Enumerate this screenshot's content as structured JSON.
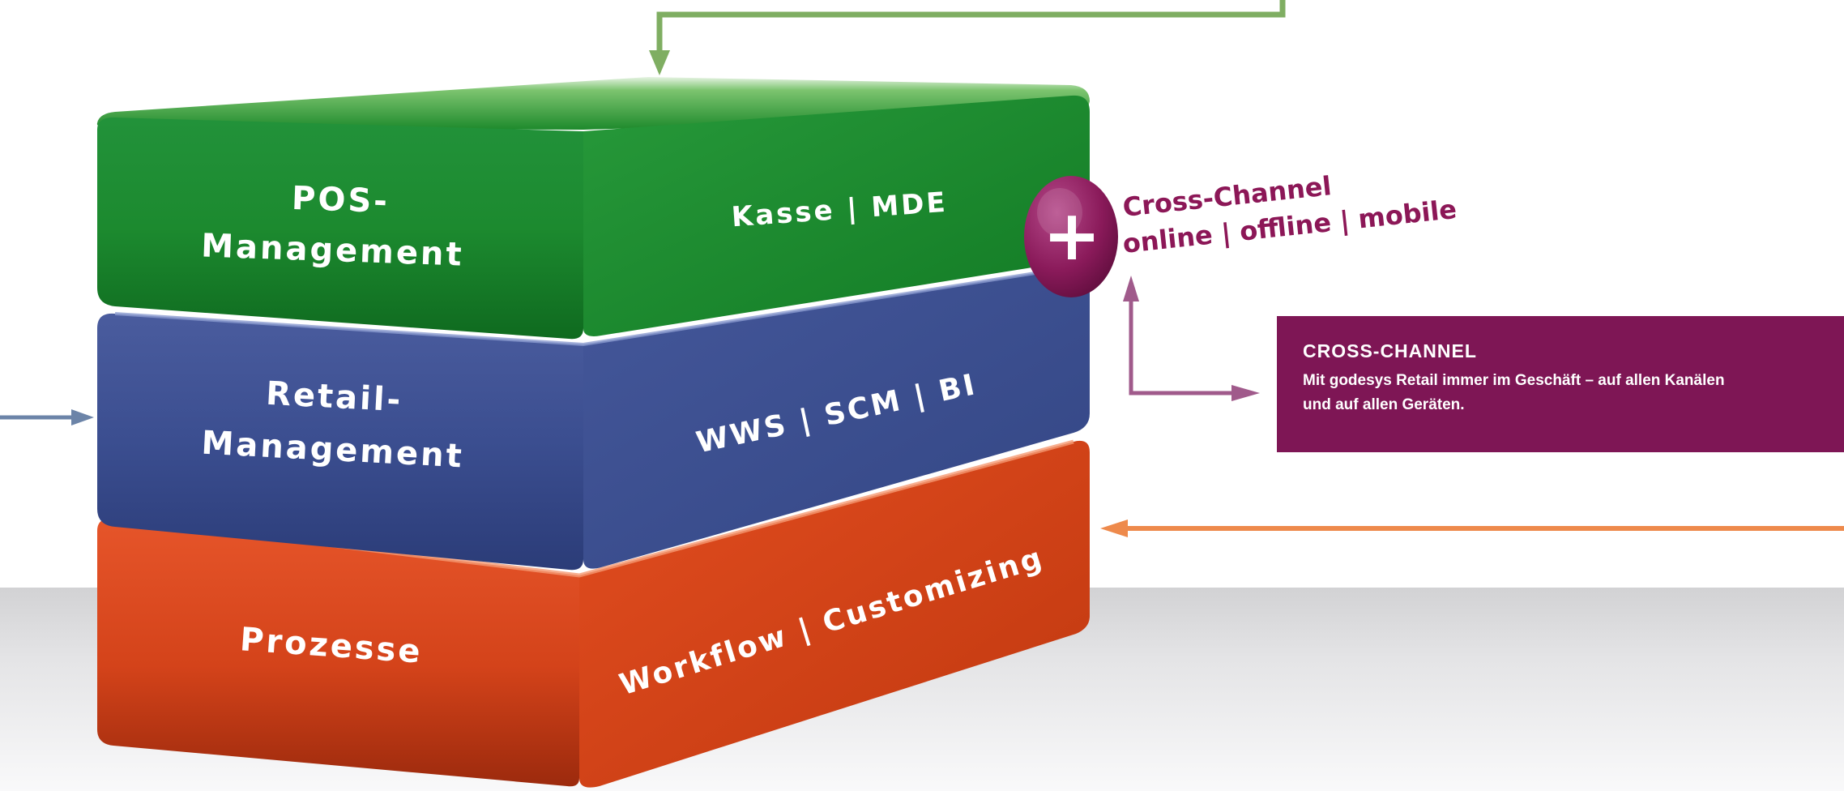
{
  "layers": [
    {
      "title_lines": [
        "POS-",
        "Management"
      ],
      "tags": "Kasse | MDE",
      "color": "#1f8a2e"
    },
    {
      "title_lines": [
        "Retail-",
        "Management"
      ],
      "tags": "WWS | SCM | BI",
      "color": "#3a4d8f"
    },
    {
      "title_lines": [
        "Prozesse"
      ],
      "tags": "Workflow | Customizing",
      "color": "#d9461b"
    }
  ],
  "cross_channel": {
    "badge_symbol": "+",
    "line1": "Cross-Channel",
    "line2": "online | offline | mobile",
    "color": "#8c1757"
  },
  "info_box": {
    "title": "CROSS-CHANNEL",
    "text_line1": "Mit godesys Retail immer im Geschäft – auf allen Kanälen",
    "text_line2": "und auf allen Geräten.",
    "background": "#7e1655"
  },
  "arrow_colors": {
    "green": "#7fae62",
    "blue": "#6c84a8",
    "purple": "#a05a8b",
    "orange": "#ee8a4c"
  }
}
